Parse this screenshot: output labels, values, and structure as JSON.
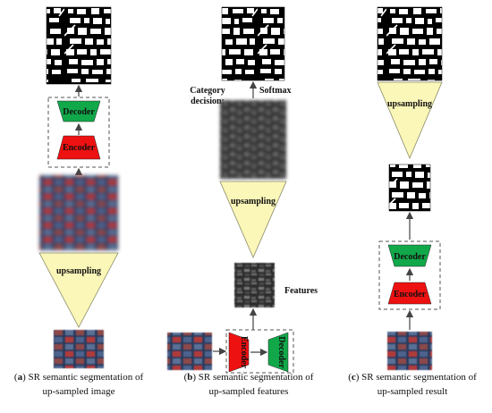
{
  "panels": {
    "a": {
      "letter": "a",
      "caption_line1": "SR semantic segmentation of",
      "caption_line2": "up-sampled image",
      "decoder_label": "Decoder",
      "encoder_label": "Encoder",
      "upsampling_label": "upsampling"
    },
    "b": {
      "letter": "b",
      "caption_line1": "SR semantic segmentation of",
      "caption_line2": "up-sampled features",
      "category_label_line1": "Category",
      "category_label_line2": "decision:",
      "softmax_label": "Softmax",
      "upsampling_label": "upsampling",
      "features_label": "Features",
      "encoder_label": "Encoder",
      "decoder_label": "Decoder"
    },
    "c": {
      "letter": "c",
      "caption_line1": "SR semantic segmentation of",
      "caption_line2": "up-sampled result",
      "upsampling_label": "upsampling",
      "decoder_label": "Decoder",
      "encoder_label": "Encoder"
    }
  },
  "colors": {
    "encoder": "#ee1111",
    "decoder": "#11a84a",
    "upsampling": "#fbf7b8",
    "arrow": "#444444",
    "dashed_box": "#555555"
  }
}
